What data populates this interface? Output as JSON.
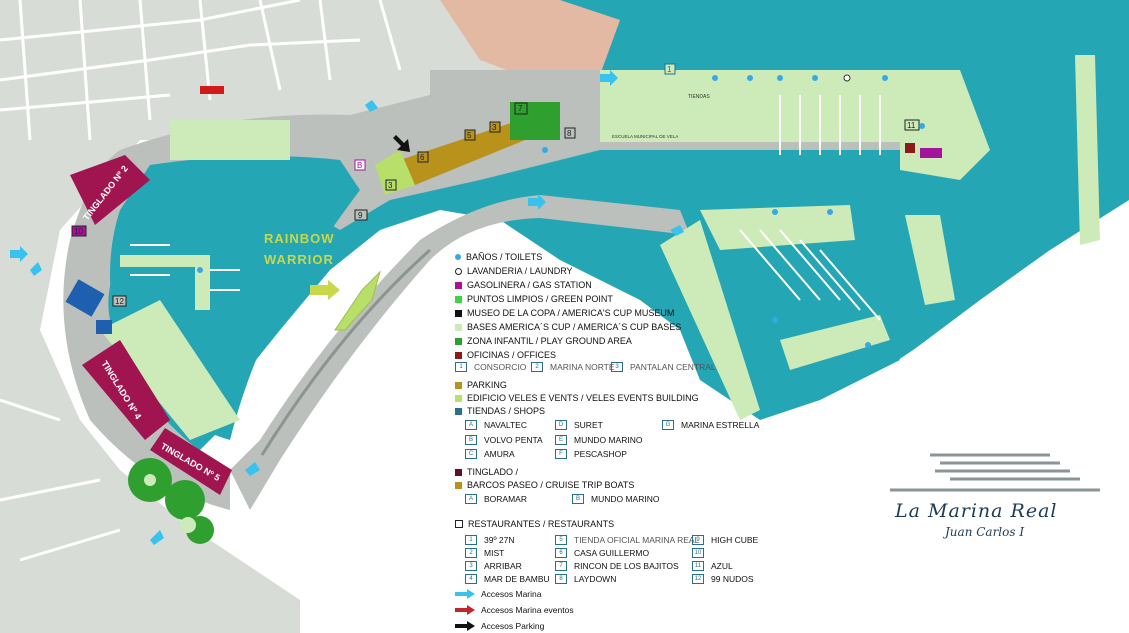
{
  "map": {
    "labels": {
      "rainbow_line1": "RAINBOW",
      "rainbow_line2": "WARRIOR",
      "tinglado2": "TINGLADO Nº 2",
      "tinglado4": "TINGLADO Nº 4",
      "tinglado5": "TINGLADO Nº 5",
      "tiendas": "TIENDAS",
      "escuela": "ESCUELA MUNICIPAL DE VELA"
    },
    "colors": {
      "water": "#24a6b4",
      "land": "#d8dcd6",
      "pier": "#b8bcb8",
      "greenland": "#ccebb8",
      "sand": "#e3b9a3",
      "tinglado": "#a0154f",
      "parking": "#b8921a",
      "playground": "#2f9f2f",
      "lightgreen": "#b7df6a"
    }
  },
  "legend": {
    "banos": "BAÑOS / TOILETS",
    "lavanderia": "LAVANDERIA / LAUNDRY",
    "gasolinera": "GASOLINERA / GAS STATION",
    "puntos": "PUNTOS LIMPIOS / GREEN POINT",
    "museo": "MUSEO DE LA COPA / AMERICA'S CUP MUSEUM",
    "bases": "BASES AMERICA´S CUP / AMERICA´S CUP BASES",
    "zona": "ZONA INFANTIL / PLAY GROUND AREA",
    "oficinas": "OFICINAS / OFFICES",
    "oficinas_items": [
      {
        "code": "1",
        "label": "CONSORCIO"
      },
      {
        "code": "2",
        "label": "MARINA NORTE"
      },
      {
        "code": "3",
        "label": "PANTALAN CENTRAL"
      }
    ],
    "parking": "PARKING",
    "edificio": "EDIFICIO VELES  E VENTS / VELES EVENTS BUILDING",
    "tiendas": "TIENDAS / SHOPS",
    "tiendas_items": [
      {
        "code": "A",
        "label": "NAVALTEC"
      },
      {
        "code": "D",
        "label": "SURET"
      },
      {
        "code": "G",
        "label": "MARINA ESTRELLA"
      },
      {
        "code": "B",
        "label": "VOLVO PENTA"
      },
      {
        "code": "E",
        "label": "MUNDO MARINO"
      },
      {
        "code": "C",
        "label": "AMURA"
      },
      {
        "code": "F",
        "label": "PESCASHOP"
      }
    ],
    "tinglado": "TINGLADO /",
    "barcos": "BARCOS PASEO / CRUISE TRIP BOATS",
    "barcos_items": [
      {
        "code": "A",
        "label": "BORAMAR"
      },
      {
        "code": "B",
        "label": "MUNDO MARINO"
      }
    ],
    "restaurantes": "RESTAURANTES / RESTAURANTS",
    "rest_items": [
      {
        "code": "1",
        "label": "39º 27N"
      },
      {
        "code": "5",
        "label": "TIENDA OFICIAL MARINA REAL"
      },
      {
        "code": "9",
        "label": "HIGH CUBE"
      },
      {
        "code": "2",
        "label": "MIST"
      },
      {
        "code": "6",
        "label": "CASA GUILLERMO"
      },
      {
        "code": "10",
        "label": ""
      },
      {
        "code": "3",
        "label": "ARRIBAR"
      },
      {
        "code": "7",
        "label": "RINCON DE LOS BAJITOS"
      },
      {
        "code": "11",
        "label": "AZUL"
      },
      {
        "code": "4",
        "label": "MAR DE BAMBU"
      },
      {
        "code": "8",
        "label": "LAYDOWN"
      },
      {
        "code": "12",
        "label": "99 NUDOS"
      }
    ],
    "accesos_marina": "Accesos Marina",
    "accesos_eventos": "Accesos Marina eventos",
    "accesos_parking": "Accesos Parking",
    "arrow_colors": {
      "marina": "#37c3ee",
      "eventos": "#c0272d",
      "parking": "#111111"
    }
  },
  "logo": {
    "title": "La Marina Real",
    "subtitle": "Juan Carlos I"
  }
}
